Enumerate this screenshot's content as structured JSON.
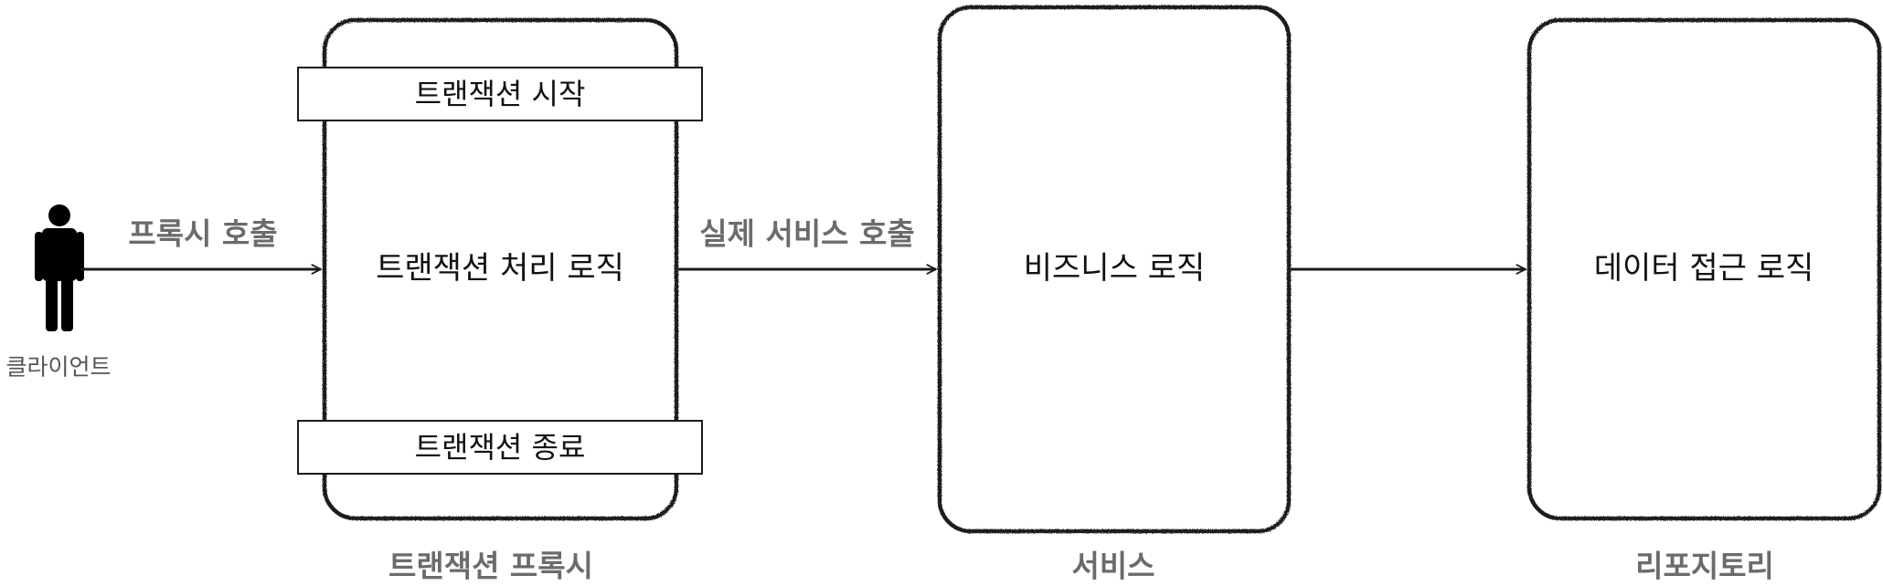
{
  "actor": {
    "label": "클라이언트",
    "icon": "person-icon"
  },
  "arrows": {
    "proxy_call": "프록시 호출",
    "real_service_call": "실제 서비스 호출"
  },
  "proxy": {
    "caption": "트랜잭션 프록시",
    "start_bar": "트랜잭션 시작",
    "logic": "트랜잭션 처리 로직",
    "end_bar": "트랜잭션 종료"
  },
  "service": {
    "caption": "서비스",
    "logic": "비즈니스 로직"
  },
  "repository": {
    "caption": "리포지토리",
    "logic": "데이터 접근 로직"
  },
  "colors": {
    "stroke": "#1a1a1a",
    "caption_gray": "#6b6b6b"
  }
}
